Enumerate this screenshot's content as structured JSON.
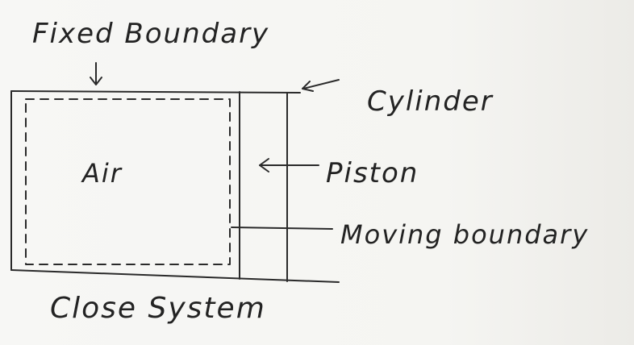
{
  "diagram": {
    "labels": {
      "fixed_boundary": "Fixed Boundary",
      "cylinder": "Cylinder",
      "air": "Air",
      "piston": "Piston",
      "moving_boundary": "Moving boundary",
      "close_system": "Close System"
    }
  }
}
